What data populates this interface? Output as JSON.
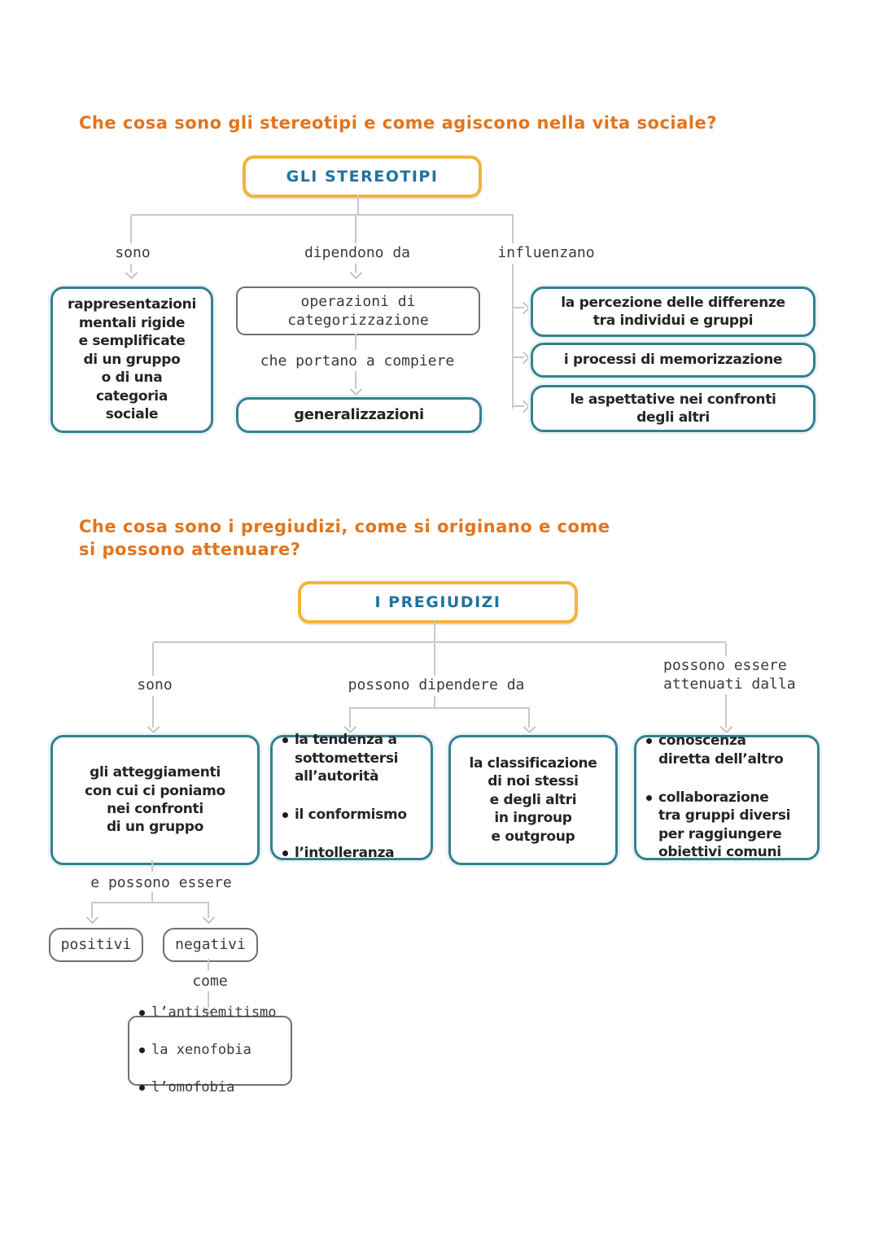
{
  "colors": {
    "title_orange": "#e2741c",
    "root_border_yellow": "#f2b43a",
    "root_text_teal": "#20729f",
    "teal_border": "#35808f",
    "gray_border": "#6f6f6f",
    "connector_gray": "#c9c9c9",
    "body_text": "#242424"
  },
  "map1": {
    "title": "Che cosa sono gli stereotipi e come agiscono nella vita sociale?",
    "root_label": "GLI STEREOTIPI",
    "branch_sono": "sono",
    "branch_dipendono": "dipendono da",
    "branch_influenzano": "influenzano",
    "box_sono": "rappresentazioni\nmentali rigide\ne semplificate\ndi un gruppo\no di una\ncategoria\nsociale",
    "box_categorizzazione": "operazioni di\ncategorizzazione",
    "label_portano": "che portano a compiere",
    "box_generalizzazioni": "generalizzazioni",
    "box_percezione": "la percezione delle differenze\ntra individui e gruppi",
    "box_memorizzazione": "i processi di memorizzazione",
    "box_aspettative": "le aspettative nei confronti\ndegli altri"
  },
  "map2": {
    "title": "Che cosa sono i pregiudizi, come si originano e come\nsi possono attenuare?",
    "root_label": "I PREGIUDIZI",
    "branch_sono": "sono",
    "branch_dipendere": "possono dipendere da",
    "branch_attenuati": "possono essere\nattenuati dalla",
    "box_atteggiamenti": "gli atteggiamenti\ncon cui ci poniamo\nnei confronti\ndi un gruppo",
    "box_tendenze_items": [
      "la tendenza a\nsottomettersi\nall’autorità",
      "il conformismo",
      "l’intolleranza"
    ],
    "box_classificazione": "la classificazione\ndi noi stessi\ne degli altri\nin ingroup\ne outgroup",
    "box_attenuazione_items": [
      "conoscenza\ndiretta dell’altro",
      "collaborazione\ntra gruppi diversi\nper raggiungere\nobiettivi comuni"
    ],
    "label_possono_essere": "e possono essere",
    "box_positivi": "positivi",
    "box_negativi": "negativi",
    "label_come": "come",
    "box_esempi_items": [
      "l’antisemitismo",
      "la xenofobia",
      "l’omofobia"
    ]
  }
}
